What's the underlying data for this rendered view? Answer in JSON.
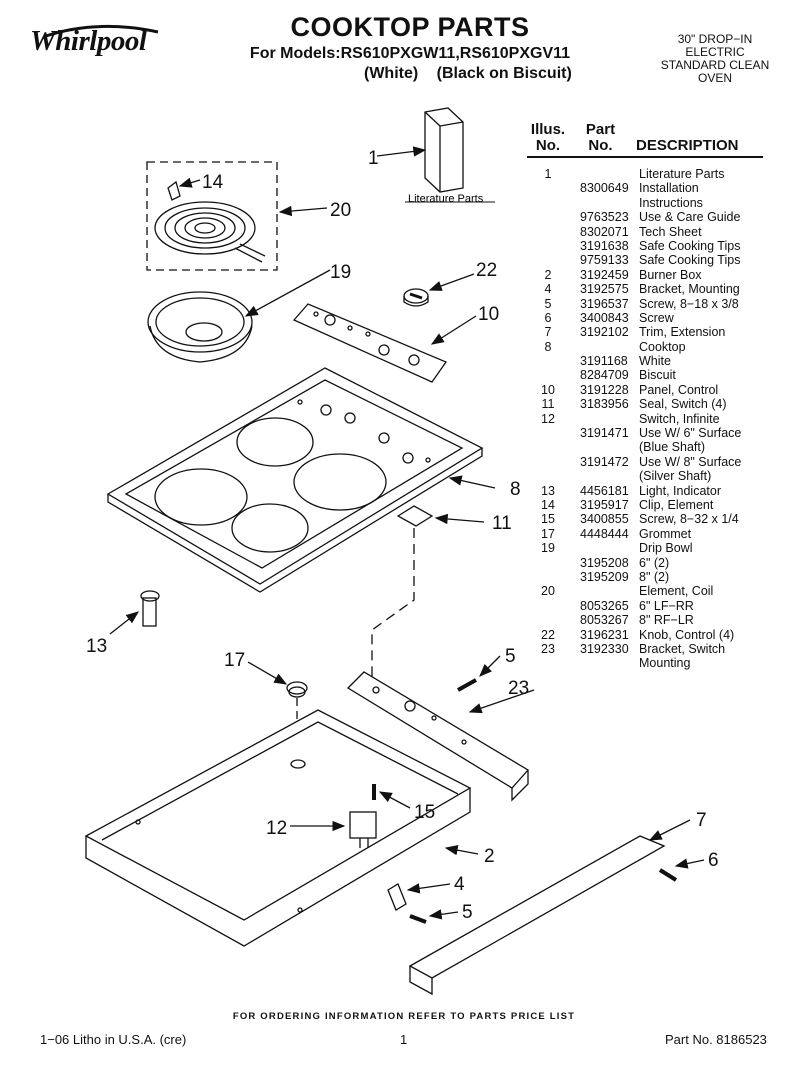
{
  "header": {
    "brand": "Whirlpool",
    "title": "COOKTOP PARTS",
    "models": "For Models:RS610PXGW11,RS610PXGV11",
    "color_labels": [
      "(White)",
      "(Black on Biscuit)"
    ],
    "product_description": [
      "30\" DROP−IN",
      "ELECTRIC",
      "STANDARD CLEAN",
      "OVEN"
    ]
  },
  "parts_table": {
    "headers": {
      "illus_line1": "Illus.",
      "illus_line2": "No.",
      "part_line1": "Part",
      "part_line2": "No.",
      "description": "DESCRIPTION"
    },
    "rows": [
      {
        "illus": "1",
        "part": "",
        "desc": "Literature Parts"
      },
      {
        "illus": "",
        "part": "8300649",
        "desc": "Installation"
      },
      {
        "illus": "",
        "part": "",
        "desc": "Instructions"
      },
      {
        "illus": "",
        "part": "9763523",
        "desc": "Use & Care Guide"
      },
      {
        "illus": "",
        "part": "8302071",
        "desc": "Tech Sheet"
      },
      {
        "illus": "",
        "part": "3191638",
        "desc": "Safe Cooking Tips"
      },
      {
        "illus": "",
        "part": "9759133",
        "desc": "Safe Cooking Tips"
      },
      {
        "illus": "2",
        "part": "3192459",
        "desc": "Burner Box"
      },
      {
        "illus": "4",
        "part": "3192575",
        "desc": "Bracket, Mounting"
      },
      {
        "illus": "5",
        "part": "3196537",
        "desc": "Screw, 8−18 x 3/8"
      },
      {
        "illus": "6",
        "part": "3400843",
        "desc": "Screw"
      },
      {
        "illus": "7",
        "part": "3192102",
        "desc": "Trim, Extension"
      },
      {
        "illus": "8",
        "part": "",
        "desc": "Cooktop"
      },
      {
        "illus": "",
        "part": "3191168",
        "desc": "White"
      },
      {
        "illus": "",
        "part": "8284709",
        "desc": "Biscuit"
      },
      {
        "illus": "10",
        "part": "3191228",
        "desc": "Panel, Control"
      },
      {
        "illus": "11",
        "part": "3183956",
        "desc": "Seal, Switch (4)"
      },
      {
        "illus": "12",
        "part": "",
        "desc": "Switch, Infinite"
      },
      {
        "illus": "",
        "part": "3191471",
        "desc": "Use W/ 6\" Surface"
      },
      {
        "illus": "",
        "part": "",
        "desc": "(Blue Shaft)"
      },
      {
        "illus": "",
        "part": "3191472",
        "desc": "Use W/ 8\" Surface"
      },
      {
        "illus": "",
        "part": "",
        "desc": "(Silver Shaft)"
      },
      {
        "illus": "13",
        "part": "4456181",
        "desc": "Light, Indicator"
      },
      {
        "illus": "14",
        "part": "3195917",
        "desc": "Clip, Element"
      },
      {
        "illus": "15",
        "part": "3400855",
        "desc": "Screw, 8−32 x 1/4"
      },
      {
        "illus": "17",
        "part": "4448444",
        "desc": "Grommet"
      },
      {
        "illus": "19",
        "part": "",
        "desc": "Drip Bowl"
      },
      {
        "illus": "",
        "part": "3195208",
        "desc": "6\" (2)"
      },
      {
        "illus": "",
        "part": "3195209",
        "desc": "8\" (2)"
      },
      {
        "illus": "20",
        "part": "",
        "desc": "Element, Coil"
      },
      {
        "illus": "",
        "part": "8053265",
        "desc": "6\" LF−RR"
      },
      {
        "illus": "",
        "part": "8053267",
        "desc": "8\" RF−LR"
      },
      {
        "illus": "22",
        "part": "3196231",
        "desc": "Knob, Control (4)"
      },
      {
        "illus": "23",
        "part": "3192330",
        "desc": "Bracket, Switch"
      },
      {
        "illus": "",
        "part": "",
        "desc": "Mounting"
      }
    ]
  },
  "diagram": {
    "literature_label": "Literature Parts",
    "callouts": {
      "c1": "1",
      "c14": "14",
      "c20": "20",
      "c19": "19",
      "c22": "22",
      "c10": "10",
      "c8": "8",
      "c11": "11",
      "c13": "13",
      "c17": "17",
      "c5a": "5",
      "c23": "23",
      "c15": "15",
      "c12": "12",
      "c2": "2",
      "c7": "7",
      "c6": "6",
      "c4": "4",
      "c5b": "5"
    }
  },
  "footer": {
    "ordering_info": "FOR ORDERING INFORMATION REFER TO PARTS PRICE LIST",
    "litho": "1−06 Litho in U.S.A. (cre)",
    "page": "1",
    "part_no": "Part No. 8186523"
  }
}
